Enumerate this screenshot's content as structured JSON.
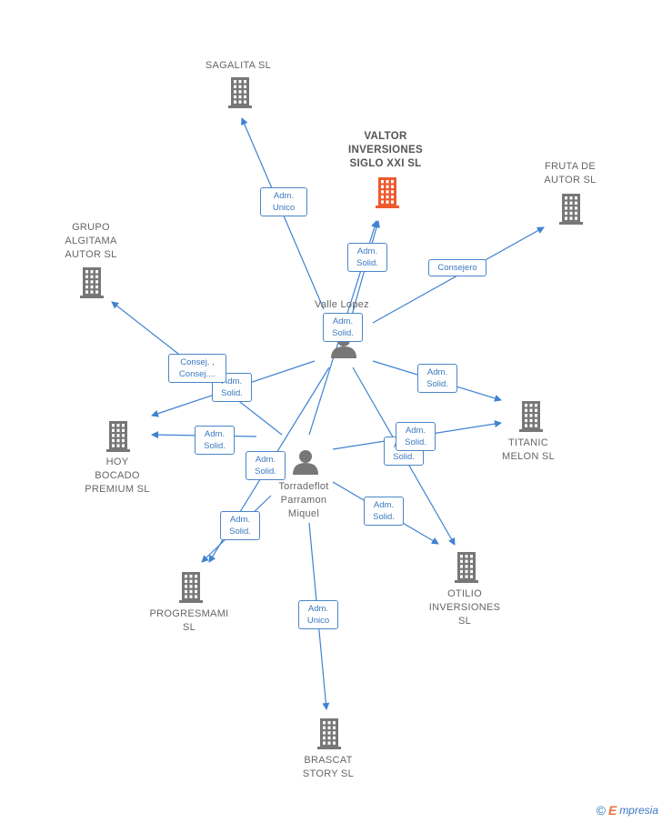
{
  "nodes": [
    {
      "id": "sagalita",
      "type": "company",
      "label": "SAGALITA  SL",
      "highlight": false
    },
    {
      "id": "valtor",
      "type": "company",
      "label": "VALTOR\nINVERSIONES\nSIGLO XXI  SL",
      "highlight": true
    },
    {
      "id": "fruta",
      "type": "company",
      "label": "FRUTA DE\nAUTOR  SL",
      "highlight": false
    },
    {
      "id": "grupo",
      "type": "company",
      "label": "GRUPO\nALGITAMA\nAUTOR  SL",
      "highlight": false
    },
    {
      "id": "hoy",
      "type": "company",
      "label": "HOY\nBOCADO\nPREMIUM  SL",
      "highlight": false
    },
    {
      "id": "titanic",
      "type": "company",
      "label": "TITANIC\nMELON  SL",
      "highlight": false
    },
    {
      "id": "progresmami",
      "type": "company",
      "label": "PROGRESMAMI\nSL",
      "highlight": false
    },
    {
      "id": "otilio",
      "type": "company",
      "label": "OTILIO\nINVERSIONES\nSL",
      "highlight": false
    },
    {
      "id": "brascat",
      "type": "company",
      "label": "BRASCAT\nSTORY  SL",
      "highlight": false
    },
    {
      "id": "valle",
      "type": "person",
      "label": "Valle Lopez",
      "highlight": false
    },
    {
      "id": "torradeflot",
      "type": "person",
      "label": "Torradeflot\nParramon\nMiquel",
      "highlight": false
    }
  ],
  "edges": [
    {
      "from": "valle",
      "to": "sagalita",
      "label": "Adm.\nUnico"
    },
    {
      "from": "valle",
      "to": "valtor",
      "label": "Adm.\nSolid."
    },
    {
      "from": "valle",
      "to": "fruta",
      "label": "Consejero"
    },
    {
      "from": "valle",
      "to": "hoy",
      "label": "Adm.\nSolid."
    },
    {
      "from": "valle",
      "to": "titanic",
      "label": "Adm.\nSolid."
    },
    {
      "from": "valle",
      "to": "otilio",
      "label": "Adm.\nSolid."
    },
    {
      "from": "valle",
      "to": "progresmami",
      "label": "Adm.\nSolid."
    },
    {
      "from": "torradeflot",
      "to": "valtor",
      "label": "Adm.\nSolid."
    },
    {
      "from": "torradeflot",
      "to": "grupo",
      "label": "Consej. ,\nConsej...."
    },
    {
      "from": "torradeflot",
      "to": "hoy",
      "label": "Adm.\nSolid."
    },
    {
      "from": "torradeflot",
      "to": "titanic",
      "label": "Adm.\nSolid."
    },
    {
      "from": "torradeflot",
      "to": "otilio",
      "label": "Adm.\nSolid."
    },
    {
      "from": "torradeflot",
      "to": "progresmami",
      "label": "Adm.\nSolid."
    },
    {
      "from": "torradeflot",
      "to": "brascat",
      "label": "Adm.\nUnico"
    }
  ],
  "colors": {
    "edge": "#3f82d0",
    "company": "#777777",
    "highlight": "#ee5a2e",
    "person": "#777777",
    "label_text": "#3a78c0"
  },
  "footer": {
    "copyright": "©",
    "brand_initial": "E",
    "brand_rest": "mpresia"
  }
}
